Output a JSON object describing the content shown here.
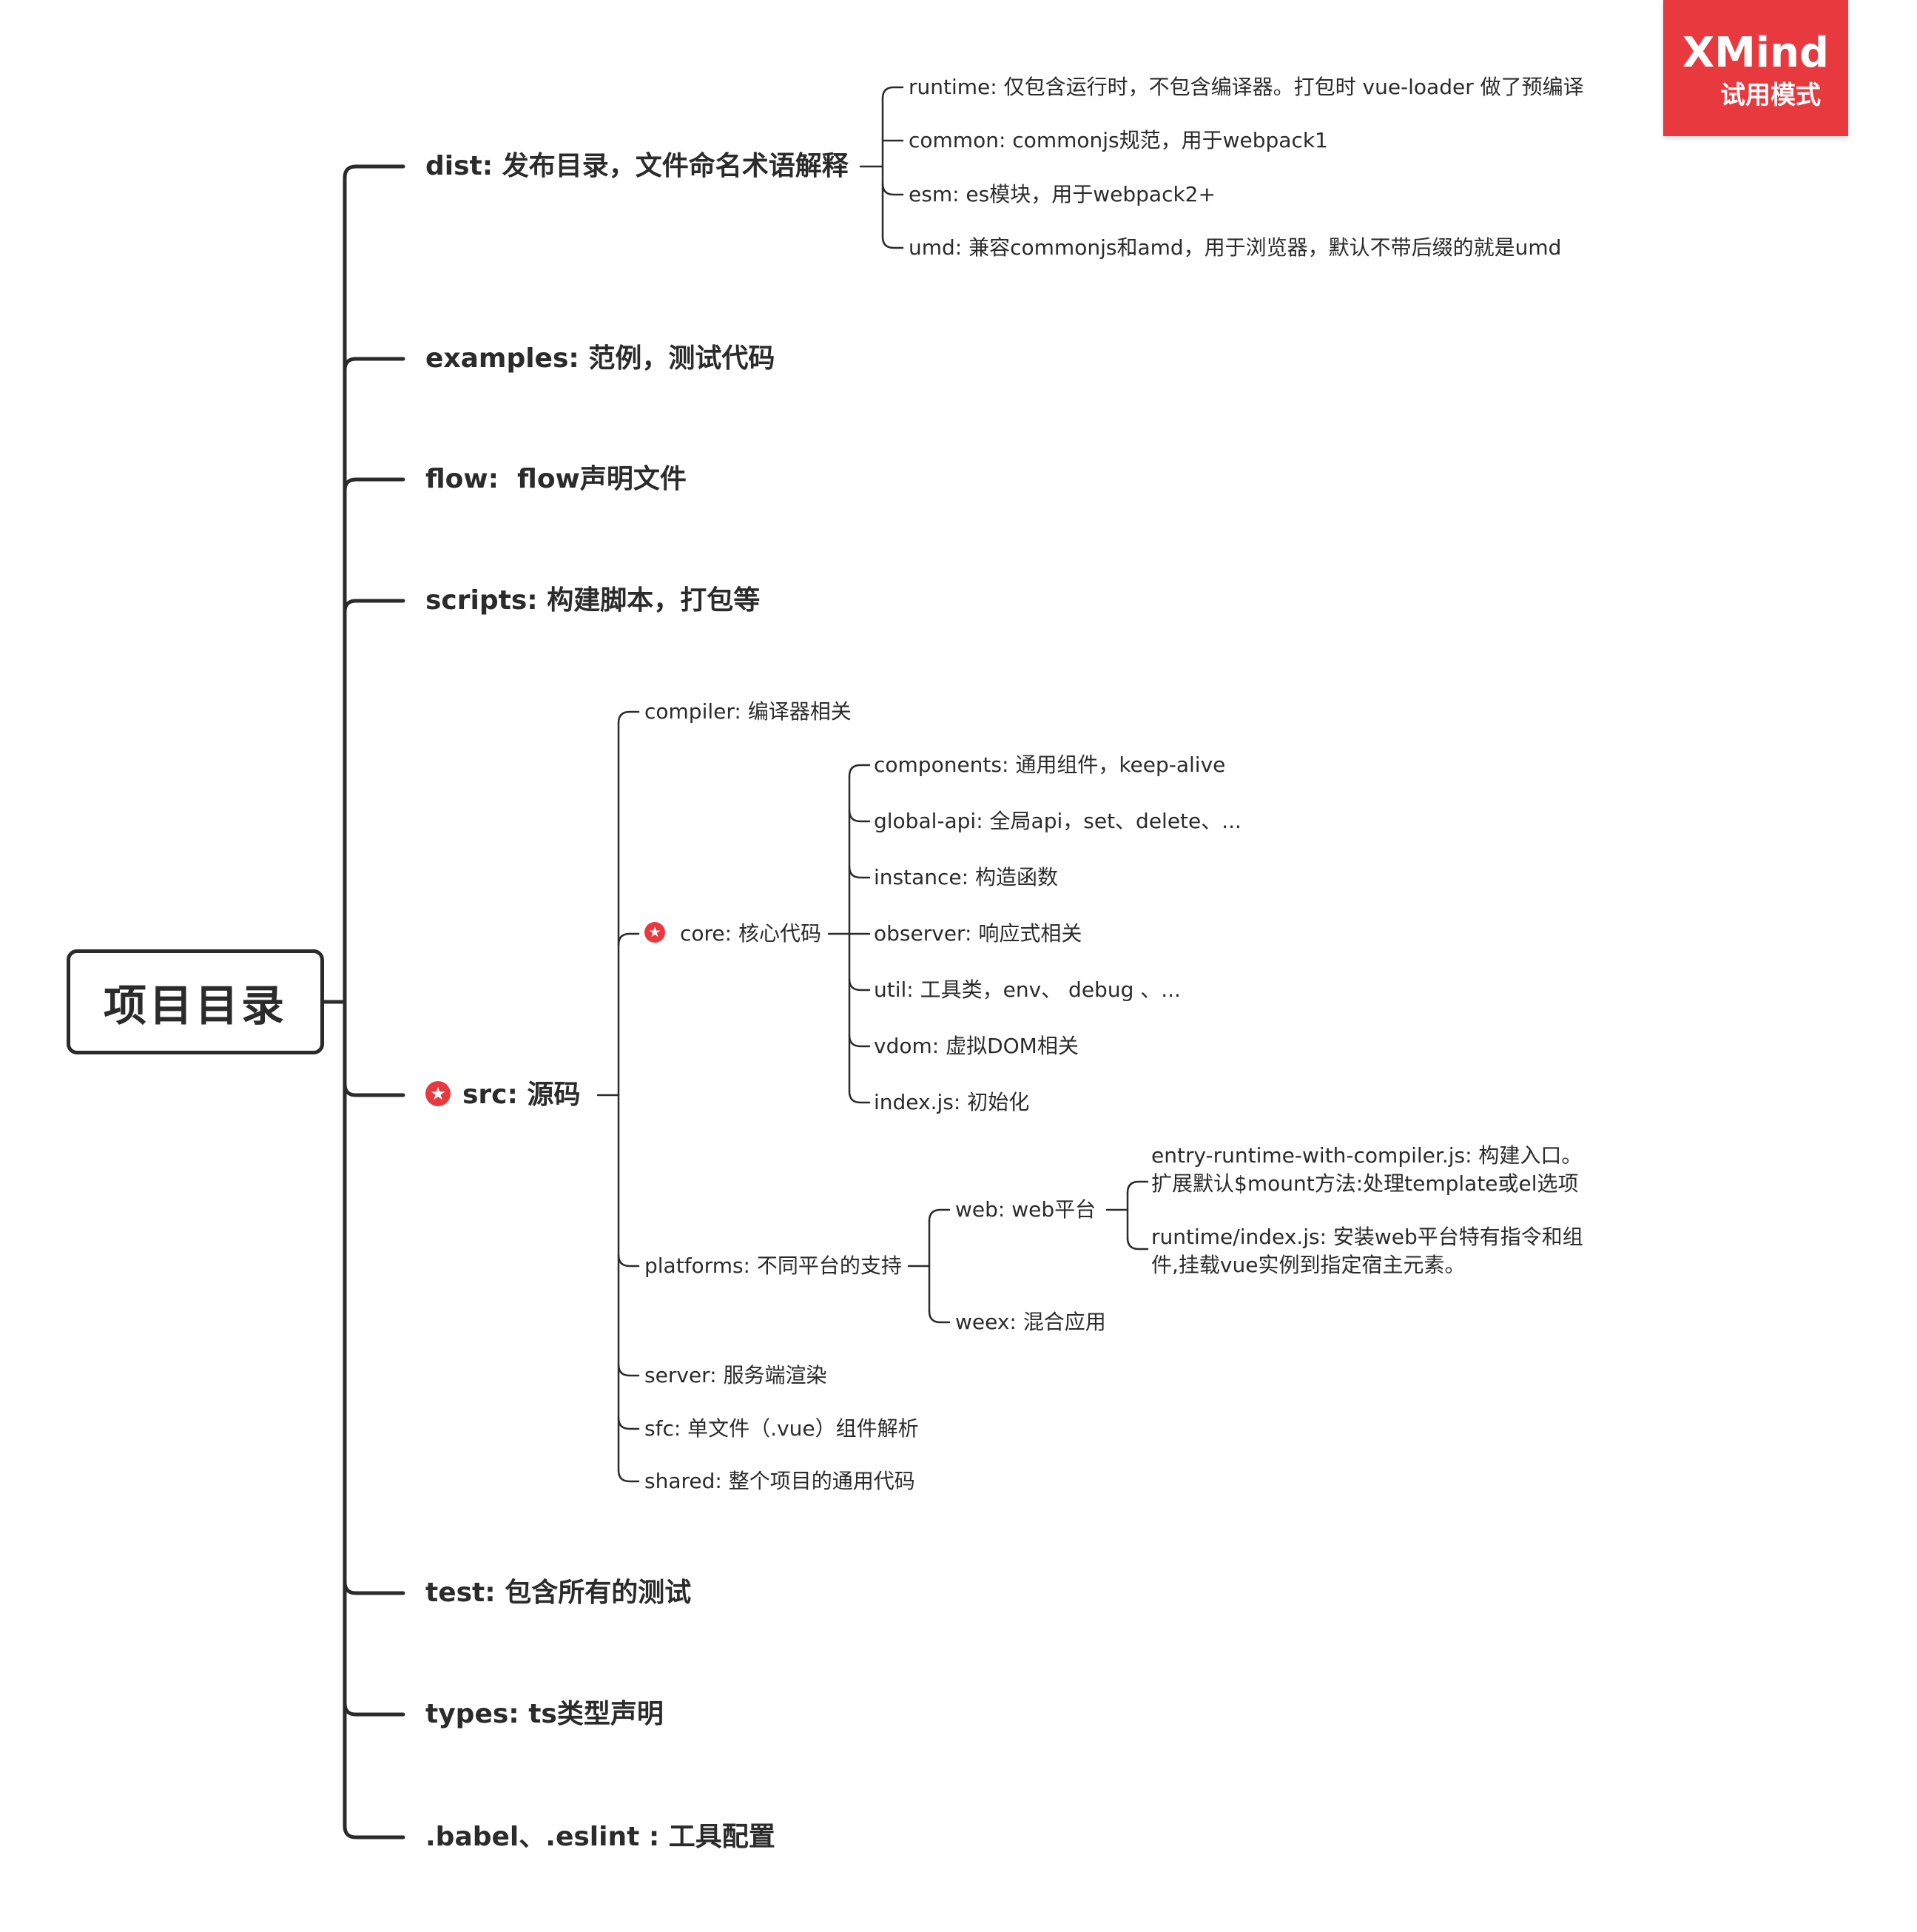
{
  "badge": {
    "brand": "XMind",
    "mode": "试用模式"
  },
  "root": "项目目录",
  "dist": {
    "key": "dist:",
    "desc": " 发布目录，文件命名术语解释",
    "children": [
      "runtime: 仅包含运行时，不包含编译器。打包时 vue-loader 做了预编译",
      "common: commonjs规范，用于webpack1",
      "esm: es模块，用于webpack2+",
      "umd: 兼容commonjs和amd，用于浏览器，默认不带后缀的就是umd"
    ]
  },
  "examples": {
    "key": "examples:",
    "desc": " 范例，测试代码"
  },
  "flow": {
    "key": "flow:",
    "desc": "  flow声明文件"
  },
  "scripts": {
    "key": "scripts:",
    "desc": " 构建脚本，打包等"
  },
  "src": {
    "key": "src:",
    "desc": " 源码",
    "compiler": "compiler: 编译器相关",
    "core": {
      "label": "core: 核心代码",
      "children": [
        "components: 通用组件，keep-alive",
        "global-api: 全局api，set、delete、...",
        "instance: 构造函数",
        "observer: 响应式相关",
        "util: 工具类，env、 debug 、...",
        "vdom: 虚拟DOM相关",
        "index.js: 初始化"
      ]
    },
    "platforms": {
      "label": "platforms: 不同平台的支持",
      "web": {
        "label": "web: web平台",
        "entry_line1": "entry-runtime-with-compiler.js: 构建入口。",
        "entry_line2": "扩展默认$mount方法:处理template或el选项",
        "runtime_line1": "runtime/index.js: 安装web平台特有指令和组",
        "runtime_line2": "件,挂载vue实例到指定宿主元素。"
      },
      "weex": "weex: 混合应用"
    },
    "server": "server: 服务端渲染",
    "sfc": "sfc: 单文件（.vue）组件解析",
    "shared": "shared: 整个项目的通用代码"
  },
  "test": {
    "key": "test:",
    "desc": " 包含所有的测试"
  },
  "types": {
    "key": "types:",
    "desc": " ts类型声明"
  },
  "babel": {
    "key": ".babel、.eslint :",
    "desc": " 工具配置"
  },
  "colors": {
    "line": "#2b2b2b",
    "accent": "#e8393f"
  }
}
